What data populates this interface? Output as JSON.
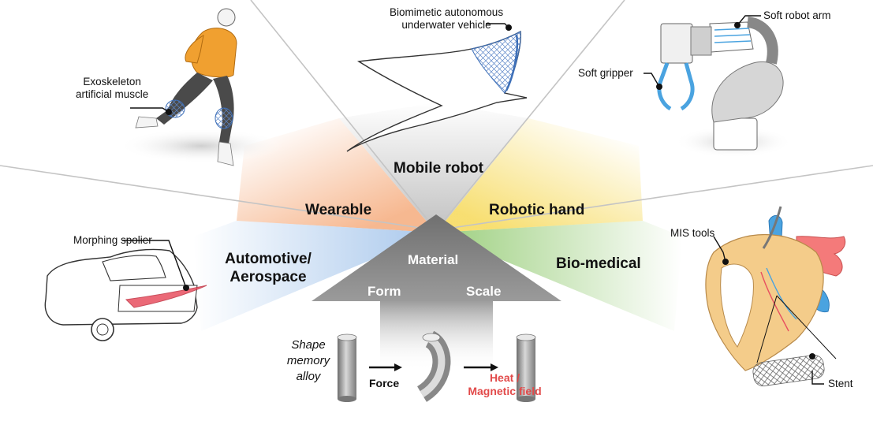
{
  "categories": {
    "mobile_robot": "Mobile robot",
    "wearable": "Wearable",
    "robotic_hand": "Robotic hand",
    "automotive_line1": "Automotive/",
    "automotive_line2": "Aerospace",
    "bio_medical": "Bio-medical"
  },
  "arrow": {
    "top": "Material",
    "left": "Form",
    "right": "Scale"
  },
  "callouts": {
    "exoskeleton_line1": "Exoskeleton",
    "exoskeleton_line2": "artificial muscle",
    "auv_line1": "Biomimetic autonomous",
    "auv_line2": "underwater vehicle",
    "soft_robot_arm": "Soft robot arm",
    "soft_gripper": "Soft gripper",
    "morphing_spoiler": "Morphing spolier",
    "mis_tools": "MIS tools",
    "stent": "Stent"
  },
  "process": {
    "sma_line1": "Shape",
    "sma_line2": "memory",
    "sma_line3": "alloy",
    "force": "Force",
    "heat_line1": "Heat /",
    "heat_line2": "Magnetic field"
  },
  "colors": {
    "wearable": "#f6b48a",
    "automotive": "#a9c8ec",
    "robotic_hand": "#f7dd6a",
    "bio_medical": "#9ccf7e",
    "mobile_robot": "#bdbdbd",
    "arrow": "#8c8c8c",
    "heat_text": "#e24a4a",
    "exoskeleton_shirt": "#f0a030",
    "gripper_blue": "#55aee6",
    "spoiler_red": "#e85060",
    "heart": "#f4cc8a"
  }
}
